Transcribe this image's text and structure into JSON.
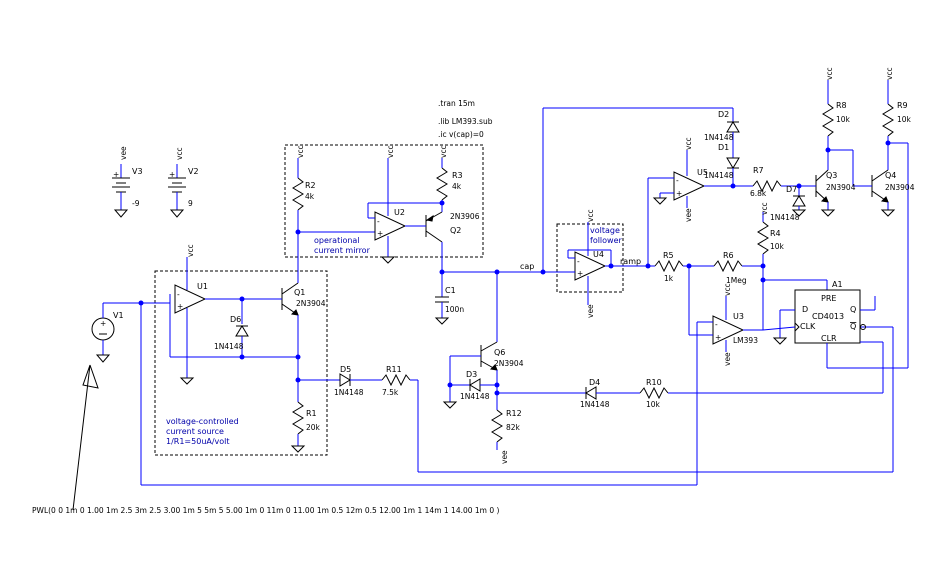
{
  "directives": {
    "tran": ".tran 15m",
    "lib": ".lib LM393.sub",
    "ic": ".ic v(cap)=0"
  },
  "pwl": "PWL(0 0  1m 0  1.00 1m  2.5 3m  2.5 3.00 1m  5 5m  5 5.00 1m  0 11m  0 11.00 1m  0.5 12m  0.5 12.00 1m  1 14m  1 14.00 1m  0 )",
  "supplies": {
    "v3": {
      "name": "V3",
      "node": "vee",
      "value": "-9"
    },
    "v2": {
      "name": "V2",
      "node": "vcc",
      "value": "9"
    },
    "v1": {
      "name": "V1"
    }
  },
  "opamps": {
    "u1": "U1",
    "u2": "U2",
    "u3": "U3",
    "u4": "U4",
    "u5": "U5",
    "u3_model": "LM393"
  },
  "transistors": {
    "q1": {
      "name": "Q1",
      "model": "2N3904"
    },
    "q2": {
      "name": "Q2",
      "model": "2N3906"
    },
    "q3": {
      "name": "Q3",
      "model": "2N3904"
    },
    "q4": {
      "name": "Q4",
      "model": "2N3904"
    },
    "q6": {
      "name": "Q6",
      "model": "2N3904"
    }
  },
  "resistors": {
    "r1": {
      "name": "R1",
      "value": "20k"
    },
    "r2": {
      "name": "R2",
      "value": "4k"
    },
    "r3": {
      "name": "R3",
      "value": "4k"
    },
    "r4": {
      "name": "R4",
      "value": "10k"
    },
    "r5": {
      "name": "R5",
      "value": "1k"
    },
    "r6": {
      "name": "R6",
      "value": "1Meg"
    },
    "r7": {
      "name": "R7",
      "value": "6.8k"
    },
    "r8": {
      "name": "R8",
      "value": "10k"
    },
    "r9": {
      "name": "R9",
      "value": "10k"
    },
    "r10": {
      "name": "R10",
      "value": "10k"
    },
    "r11": {
      "name": "R11",
      "value": "7.5k"
    },
    "r12": {
      "name": "R12",
      "value": "82k"
    }
  },
  "diodes": {
    "d1": "D1",
    "d2": "D2",
    "d3": "D3",
    "d4": "D4",
    "d5": "D5",
    "d6": "D6",
    "d7": "D7",
    "model": "1N4148"
  },
  "capacitor": {
    "name": "C1",
    "value": "100n"
  },
  "flipflop": {
    "name": "A1",
    "model": "CD4013",
    "pin_pre": "PRE",
    "pin_d": "D",
    "pin_clk": "CLK",
    "pin_clr": "CLR",
    "pin_q": "Q",
    "pin_qbar": "Q"
  },
  "nets": {
    "cap": "cap",
    "ramp": "ramp",
    "vcc": "vcc",
    "vee": "vee"
  },
  "annotations": {
    "mirror_line1": "operational",
    "mirror_line2": "current mirror",
    "follower_line1": "voltage",
    "follower_line2": "follower",
    "vccs_line1": "voltage-controlled",
    "vccs_line2": "current source",
    "vccs_line3": "1/R1=50uA/volt"
  },
  "colors": {
    "wire": "#0000ff",
    "symbol": "#000000",
    "annotation": "#0000aa",
    "background": "#ffffff"
  }
}
